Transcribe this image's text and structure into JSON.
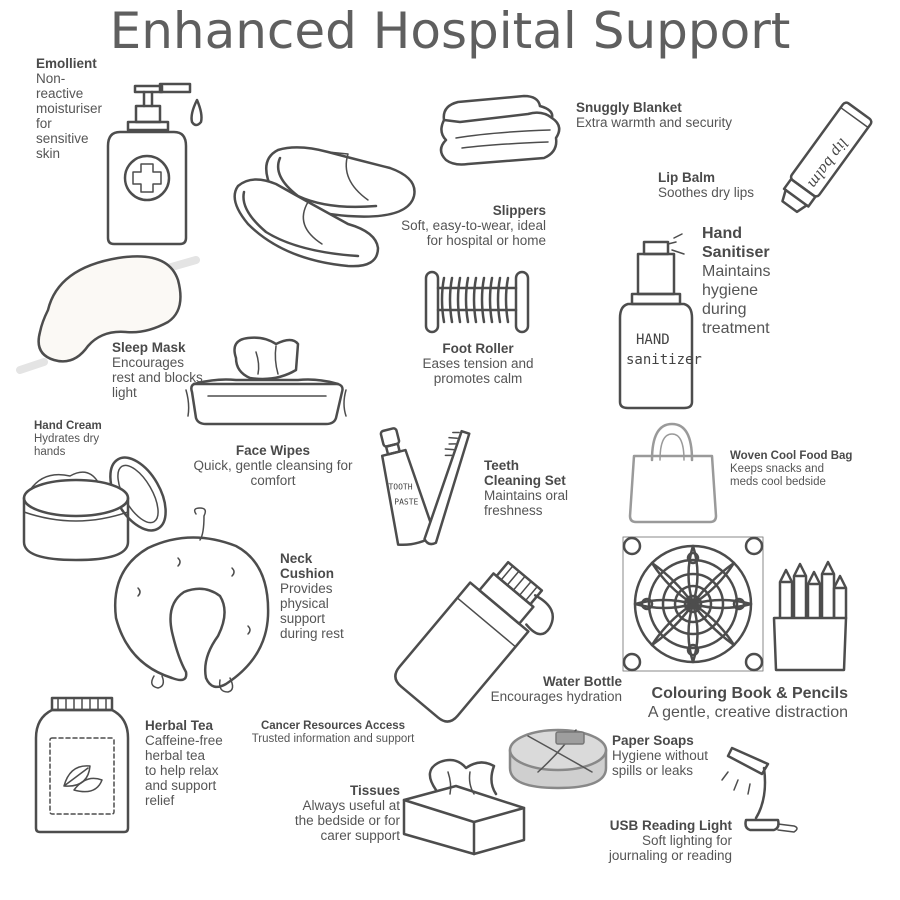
{
  "title": "Enhanced Hospital Support",
  "items": {
    "emollient": {
      "name": "Emollient",
      "desc": "Non-\nreactive\nmoisturiser\nfor\nsensitive\nskin"
    },
    "blanket": {
      "name": "Snuggly Blanket",
      "desc": "Extra warmth and security"
    },
    "lip_balm": {
      "name": "Lip Balm",
      "desc": "Soothes dry lips",
      "label": "lip balm"
    },
    "slippers": {
      "name": "Slippers",
      "desc": "Soft, easy-to-wear, ideal\nfor hospital or home"
    },
    "hand_sanitiser": {
      "name": "Hand\nSanitiser",
      "desc": "Maintains\nhygiene\nduring\ntreatment",
      "label1": "HAND",
      "label2": "sanitizer"
    },
    "sleep_mask": {
      "name": "Sleep Mask",
      "desc": "Encourages\nrest and blocks\nlight"
    },
    "foot_roller": {
      "name": "Foot Roller",
      "desc": "Eases tension and\npromotes calm"
    },
    "face_wipes": {
      "name": "Face Wipes",
      "desc": "Quick, gentle cleansing for\ncomfort"
    },
    "hand_cream": {
      "name": "Hand Cream",
      "desc": "Hydrates dry\nhands"
    },
    "teeth": {
      "name": "Teeth\nCleaning Set",
      "desc": "Maintains oral\nfreshness",
      "label1": "TOOTH",
      "label2": "PASTE"
    },
    "food_bag": {
      "name": "Woven Cool Food Bag",
      "desc": "Keeps snacks and\nmeds cool bedside"
    },
    "neck_cushion": {
      "name": "Neck\nCushion",
      "desc": "Provides\nphysical\nsupport\nduring rest"
    },
    "water_bottle": {
      "name": "Water Bottle",
      "desc": "Encourages hydration"
    },
    "colouring": {
      "name": "Colouring Book & Pencils",
      "desc": "A gentle, creative distraction"
    },
    "herbal_tea": {
      "name": "Herbal Tea",
      "desc": "Caffeine-free\nherbal tea\nto help relax\nand support\nrelief"
    },
    "cancer_resources": {
      "name": "Cancer Resources Access",
      "desc": "Trusted information and support"
    },
    "paper_soaps": {
      "name": "Paper Soaps",
      "desc": "Hygiene without\nspills or leaks"
    },
    "tissues": {
      "name": "Tissues",
      "desc": "Always useful at\nthe bedside or for\ncarer support"
    },
    "usb_light": {
      "name": "USB Reading Light",
      "desc": "Soft lighting for\njournaling or reading"
    }
  },
  "icons": [
    "pump-bottle-icon",
    "blanket-icon",
    "lip-balm-icon",
    "slippers-icon",
    "sanitizer-bottle-icon",
    "sleep-mask-icon",
    "foot-roller-icon",
    "wipes-pack-icon",
    "cream-jar-icon",
    "toothpaste-toothbrush-icon",
    "tote-bag-icon",
    "neck-pillow-icon",
    "water-bottle-icon",
    "mandala-book-icon",
    "pencil-cup-icon",
    "tea-bag-icon",
    "soap-icon",
    "tissue-box-icon",
    "reading-lamp-icon"
  ]
}
